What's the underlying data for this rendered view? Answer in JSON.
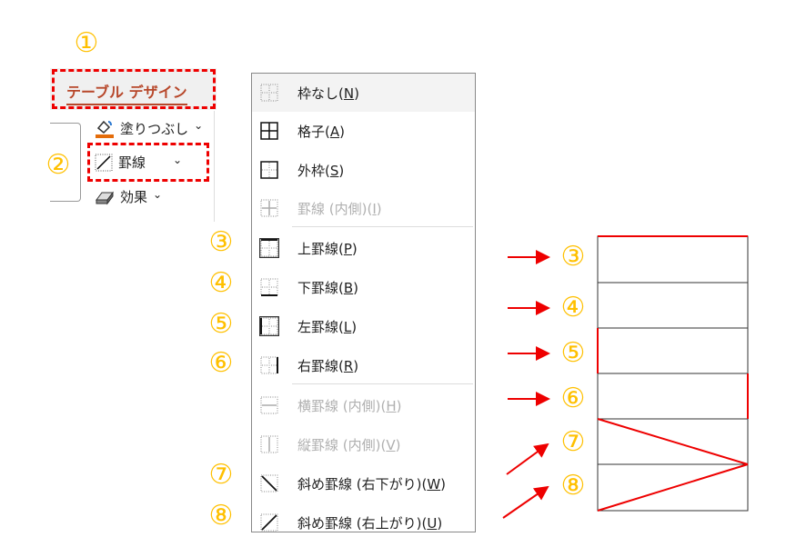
{
  "annotations": {
    "n1": "①",
    "n2": "②",
    "n3": "③",
    "n4": "④",
    "n5": "⑤",
    "n6": "⑥",
    "n7": "⑦",
    "n8": "⑧"
  },
  "ribbon": {
    "tab": "テーブル デザイン",
    "fill": "塗りつぶし",
    "borders": "罫線",
    "effects": "効果",
    "chevron": "⌄"
  },
  "menu": {
    "items": [
      {
        "label": "枠なし(",
        "key": "N",
        "end": ")"
      },
      {
        "label": "格子(",
        "key": "A",
        "end": ")"
      },
      {
        "label": "外枠(",
        "key": "S",
        "end": ")"
      },
      {
        "label": "罫線 (内側)(",
        "key": "I",
        "end": ")"
      },
      {
        "label": "上罫線(",
        "key": "P",
        "end": ")"
      },
      {
        "label": "下罫線(",
        "key": "B",
        "end": ")"
      },
      {
        "label": "左罫線(",
        "key": "L",
        "end": ")"
      },
      {
        "label": "右罫線(",
        "key": "R",
        "end": ")"
      },
      {
        "label": "横罫線 (内側)(",
        "key": "H",
        "end": ")"
      },
      {
        "label": "縦罫線 (内側)(",
        "key": "V",
        "end": ")"
      },
      {
        "label": "斜め罫線 (右下がり)(",
        "key": "W",
        "end": ")"
      },
      {
        "label": "斜め罫線 (右上がり)(",
        "key": "U",
        "end": ")"
      }
    ]
  },
  "colors": {
    "accent": "#FFC000",
    "highlight": "#FF0000",
    "tab": "#B7472A"
  }
}
